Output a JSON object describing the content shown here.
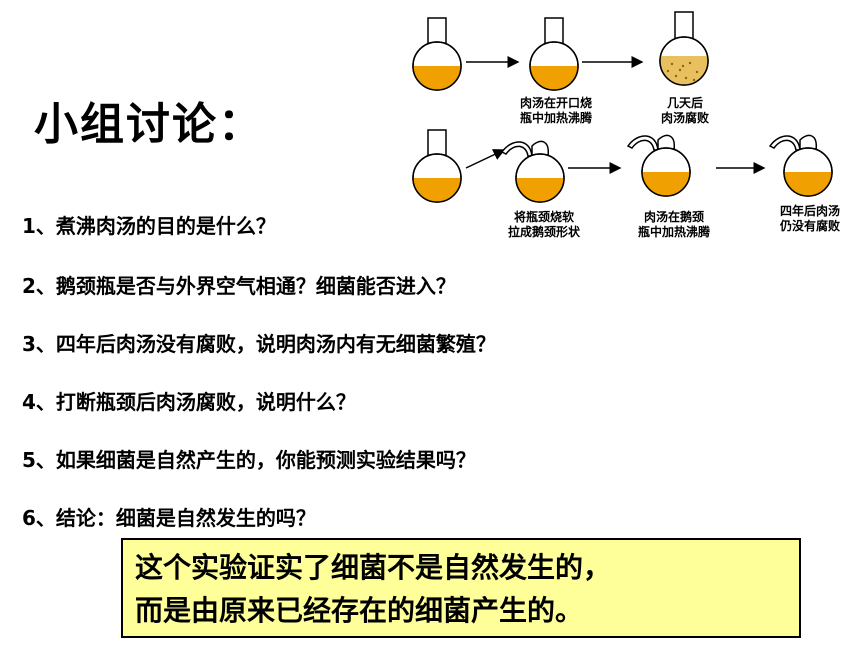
{
  "title": "小组讨论：",
  "questions": [
    "1、煮沸肉汤的目的是什么？",
    "2、鹅颈瓶是否与外界空气相通？细菌能否进入？",
    "3、四年后肉汤没有腐败，说明肉汤内有无细菌繁殖？",
    "4、打断瓶颈后肉汤腐败，说明什么？",
    "5、如果细菌是自然产生的，你能预测实验结果吗？",
    "6、结论：细菌是自然发生的吗？"
  ],
  "answer": {
    "line1": "这个实验证实了细菌不是自然发生的，",
    "line2": "而是由原来已经存在的细菌产生的。"
  },
  "diagram": {
    "captions": {
      "open_flask_line1": "肉汤在开口烧",
      "open_flask_line2": "瓶中加热沸腾",
      "days_later_line1": "几天后",
      "days_later_line2": "肉汤腐败",
      "swan_neck_line1": "将瓶颈烧软",
      "swan_neck_line2": "拉成鹅颈形状",
      "boil_swan_line1": "肉汤在鹅颈",
      "boil_swan_line2": "瓶中加热沸腾",
      "four_years_line1": "四年后肉汤",
      "four_years_line2": "仍没有腐败"
    },
    "colors": {
      "broth": "#f0a000",
      "spoiled": "#e8c060",
      "answer_bg": "#ffff99"
    }
  }
}
